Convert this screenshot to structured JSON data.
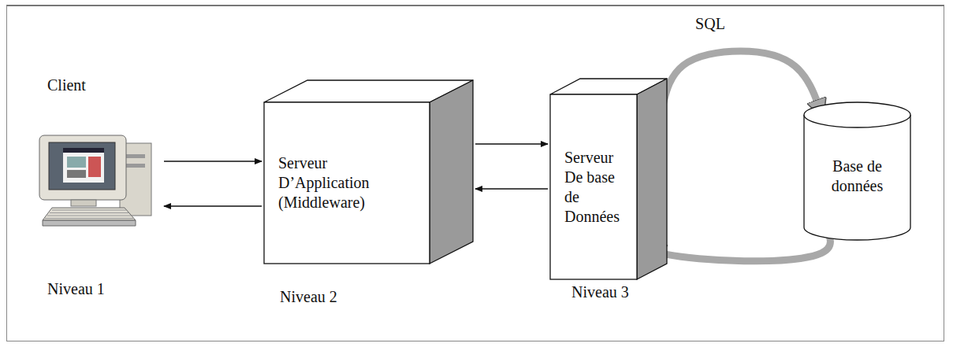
{
  "diagram": {
    "nodes": [
      {
        "text": [
          "Client"
        ]
      },
      {
        "text": [
          "Serveur D’Application (Middleware)"
        ]
      },
      {
        "text": [
          "Serveur De base de Données"
        ]
      },
      {
        "text": [
          "Base de données"
        ]
      }
    ],
    "edges": [
      {
        "from": 0,
        "to": 1,
        "arrow": "to"
      },
      {
        "from": 1,
        "to": 0,
        "arrow": "to"
      },
      {
        "from": 1,
        "to": 2,
        "arrow": "to"
      },
      {
        "from": 2,
        "to": 1,
        "arrow": "to"
      },
      {
        "from": 2,
        "to": 3,
        "label": "SQL",
        "arrow": "to"
      },
      {
        "from": 3,
        "to": 2,
        "arrow": "to"
      }
    ],
    "labels": [
      "Niveau 1",
      "Niveau 2",
      "Niveau 3"
    ]
  }
}
